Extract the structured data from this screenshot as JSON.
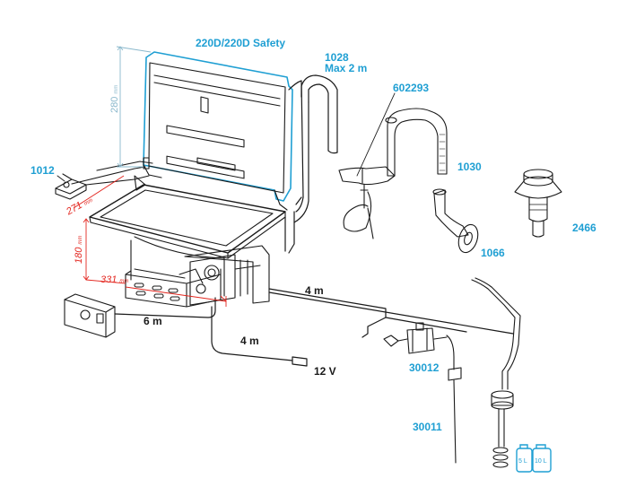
{
  "diagram": {
    "title": "220D/220D Safety",
    "parts": [
      {
        "code": "1012"
      },
      {
        "code": "1028",
        "note": "Max 2 m"
      },
      {
        "code": "602293"
      },
      {
        "code": "1030"
      },
      {
        "code": "2466"
      },
      {
        "code": "1066"
      },
      {
        "code": "30012"
      },
      {
        "code": "30011"
      }
    ],
    "dimensions": {
      "height_280": "280",
      "depth_271": "271",
      "height_180": "180",
      "width_331": "331",
      "unit": "mm"
    },
    "cables": {
      "panel_cable": "6 m",
      "power_cable": "4 m",
      "hose_length": "4 m"
    },
    "power": "12 V",
    "tanks": [
      "5 L",
      "10 L"
    ],
    "colors": {
      "accent": "#1f9fd3",
      "dimension": "#e3261f",
      "dimension_muted": "#8ab8cc",
      "line": "#1a1a1a"
    }
  }
}
